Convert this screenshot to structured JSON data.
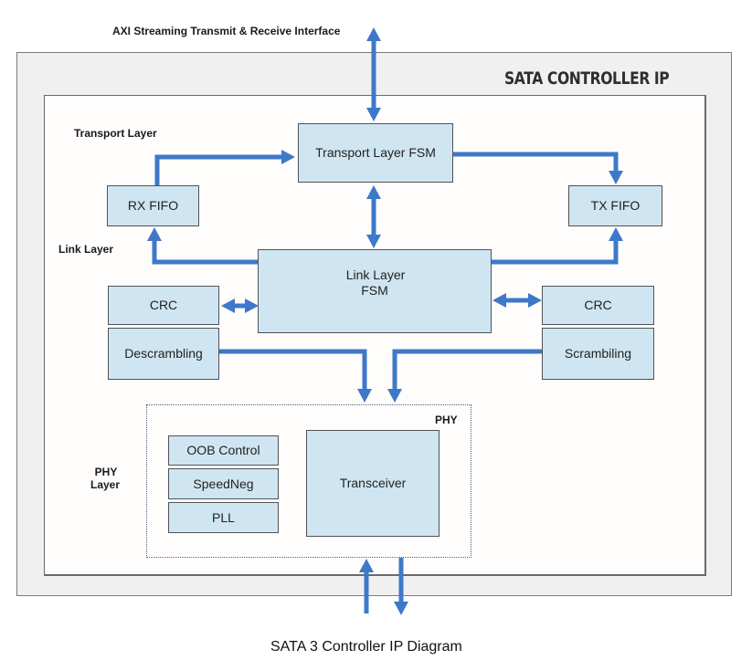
{
  "diagram": {
    "top_interface_label": "AXI Streaming Transmit & Receive Interface",
    "title": "SATA CONTROLLER IP",
    "caption": "SATA 3 Controller IP Diagram",
    "layer_labels": {
      "transport": "Transport Layer",
      "link": "Link Layer",
      "phy_line1": "PHY",
      "phy_line2": "Layer"
    },
    "phy_group_label": "PHY",
    "blocks": {
      "transport_fsm": "Transport Layer FSM",
      "rx_fifo": "RX FIFO",
      "tx_fifo": "TX FIFO",
      "link_fsm_line1": "Link Layer",
      "link_fsm_line2": "FSM",
      "crc_left": "CRC",
      "descrambling": "Descrambling",
      "crc_right": "CRC",
      "scrambling": "Scrambiling",
      "oob_control": "OOB Control",
      "speedneg": "SpeedNeg",
      "pll": "PLL",
      "transceiver": "Transceiver"
    },
    "colors": {
      "arrow": "#3e79c9",
      "block_fill": "#cfe5f1",
      "outer_fill": "#f0f0f0",
      "inner_fill": "#fffcfc"
    },
    "connections": [
      {
        "from": "axi_interface",
        "to": "transport_fsm",
        "direction": "bidirectional"
      },
      {
        "from": "rx_fifo",
        "to": "transport_fsm",
        "direction": "forward"
      },
      {
        "from": "transport_fsm",
        "to": "tx_fifo",
        "direction": "forward"
      },
      {
        "from": "transport_fsm",
        "to": "link_fsm",
        "direction": "bidirectional"
      },
      {
        "from": "link_fsm",
        "to": "rx_fifo",
        "direction": "forward"
      },
      {
        "from": "link_fsm",
        "to": "tx_fifo",
        "direction": "forward"
      },
      {
        "from": "crc_left",
        "to": "link_fsm",
        "direction": "bidirectional"
      },
      {
        "from": "link_fsm",
        "to": "crc_right",
        "direction": "bidirectional"
      },
      {
        "from": "descrambling",
        "to": "phy",
        "direction": "forward"
      },
      {
        "from": "scrambling",
        "to": "phy",
        "direction": "forward"
      },
      {
        "from": "external",
        "to": "phy",
        "direction": "forward"
      },
      {
        "from": "phy",
        "to": "external",
        "direction": "forward"
      }
    ]
  }
}
